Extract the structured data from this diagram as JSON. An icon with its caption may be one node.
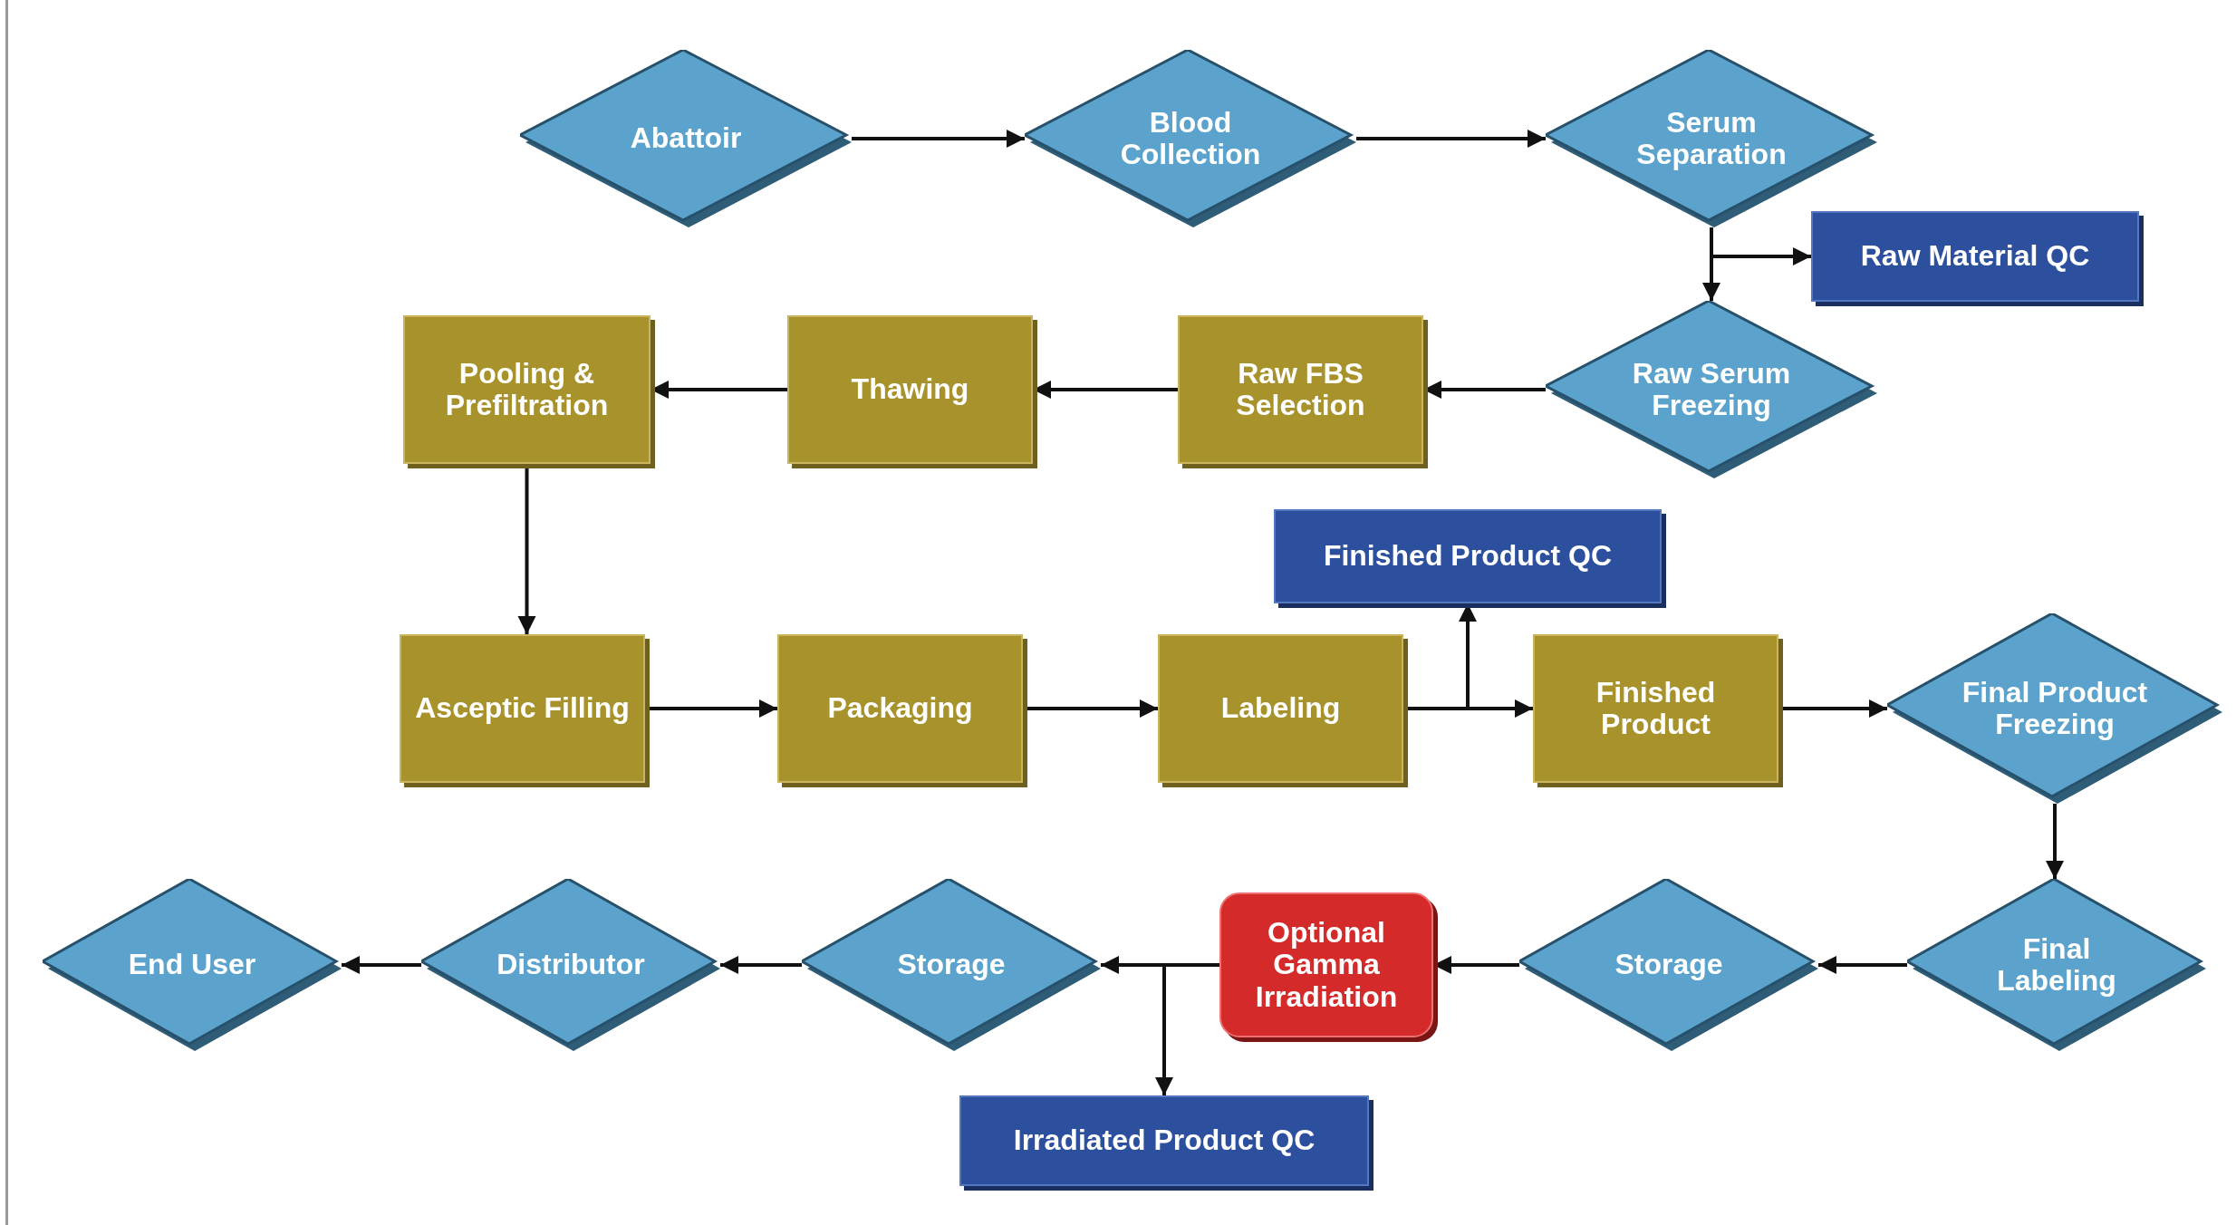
{
  "diagram": {
    "nodes": [
      {
        "text": [
          "Abattoir"
        ]
      },
      {
        "text": [
          "Blood Collection"
        ]
      },
      {
        "text": [
          "Serum Separation"
        ]
      },
      {
        "text": [
          "Raw Material QC"
        ]
      },
      {
        "text": [
          "Raw Serum Freezing"
        ]
      },
      {
        "text": [
          "Raw FBS Selection"
        ]
      },
      {
        "text": [
          "Thawing"
        ]
      },
      {
        "text": [
          "Pooling & Prefiltration"
        ]
      },
      {
        "text": [
          "Asceptic Filling"
        ]
      },
      {
        "text": [
          "Packaging"
        ]
      },
      {
        "text": [
          "Labeling"
        ]
      },
      {
        "text": [
          "Finished Product QC"
        ]
      },
      {
        "text": [
          "Finished Product"
        ]
      },
      {
        "text": [
          "Final Product Freezing"
        ]
      },
      {
        "text": [
          "Final Labeling"
        ]
      },
      {
        "text": [
          "Storage"
        ]
      },
      {
        "text": [
          "Optional Gamma Irradiation"
        ]
      },
      {
        "text": [
          "Storage"
        ]
      },
      {
        "text": [
          "Distributor"
        ]
      },
      {
        "text": [
          "End User"
        ]
      },
      {
        "text": [
          "Irradiated Product QC"
        ]
      }
    ],
    "edges": [
      {
        "from": 0,
        "to": 1,
        "arrow": "to"
      },
      {
        "from": 1,
        "to": 2,
        "arrow": "to"
      },
      {
        "from": 2,
        "to": 4,
        "arrow": "to"
      },
      {
        "from": 2,
        "to": 3,
        "arrow": "to"
      },
      {
        "from": 4,
        "to": 5,
        "arrow": "to"
      },
      {
        "from": 5,
        "to": 6,
        "arrow": "to"
      },
      {
        "from": 6,
        "to": 7,
        "arrow": "to"
      },
      {
        "from": 7,
        "to": 8,
        "arrow": "to"
      },
      {
        "from": 8,
        "to": 9,
        "arrow": "to"
      },
      {
        "from": 9,
        "to": 10,
        "arrow": "to"
      },
      {
        "from": 10,
        "to": 12,
        "arrow": "to"
      },
      {
        "from": 10,
        "to": 11,
        "arrow": "to"
      },
      {
        "from": 12,
        "to": 13,
        "arrow": "to"
      },
      {
        "from": 13,
        "to": 14,
        "arrow": "to"
      },
      {
        "from": 14,
        "to": 15,
        "arrow": "to"
      },
      {
        "from": 15,
        "to": 16,
        "arrow": "to"
      },
      {
        "from": 16,
        "to": 17,
        "arrow": "to"
      },
      {
        "from": 16,
        "to": 20,
        "arrow": "to"
      },
      {
        "from": 17,
        "to": 18,
        "arrow": "to"
      },
      {
        "from": 18,
        "to": 19,
        "arrow": "to"
      }
    ]
  }
}
